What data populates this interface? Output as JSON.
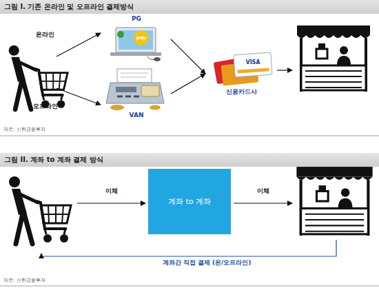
{
  "diagram": {
    "nodes": [
      {
        "text": [
          "그림 I. 기존 온라인 및 오프라인 결제방식"
        ]
      },
      {
        "text": [
          "PG"
        ]
      },
      {
        "text": [
          "VAN"
        ]
      },
      {
        "text": [
          "신용카드사"
        ]
      },
      {
        "text": [
          "그림 II. 계좌 to 계좌 결제 방식"
        ]
      },
      {
        "text": [
          "계좌 to 계좌"
        ]
      }
    ],
    "edges": [
      {
        "from": 1,
        "to": 3,
        "arrow": "to"
      },
      {
        "from": 2,
        "to": 3,
        "arrow": "to"
      }
    ],
    "labels": [
      "온라인",
      "오프라인",
      "pay",
      "VISA",
      "자료: 신한금융투자",
      "이체",
      "이체",
      "계좌간 직접 결제 (온/오프라인)",
      "자료: 신한금융투자"
    ]
  }
}
